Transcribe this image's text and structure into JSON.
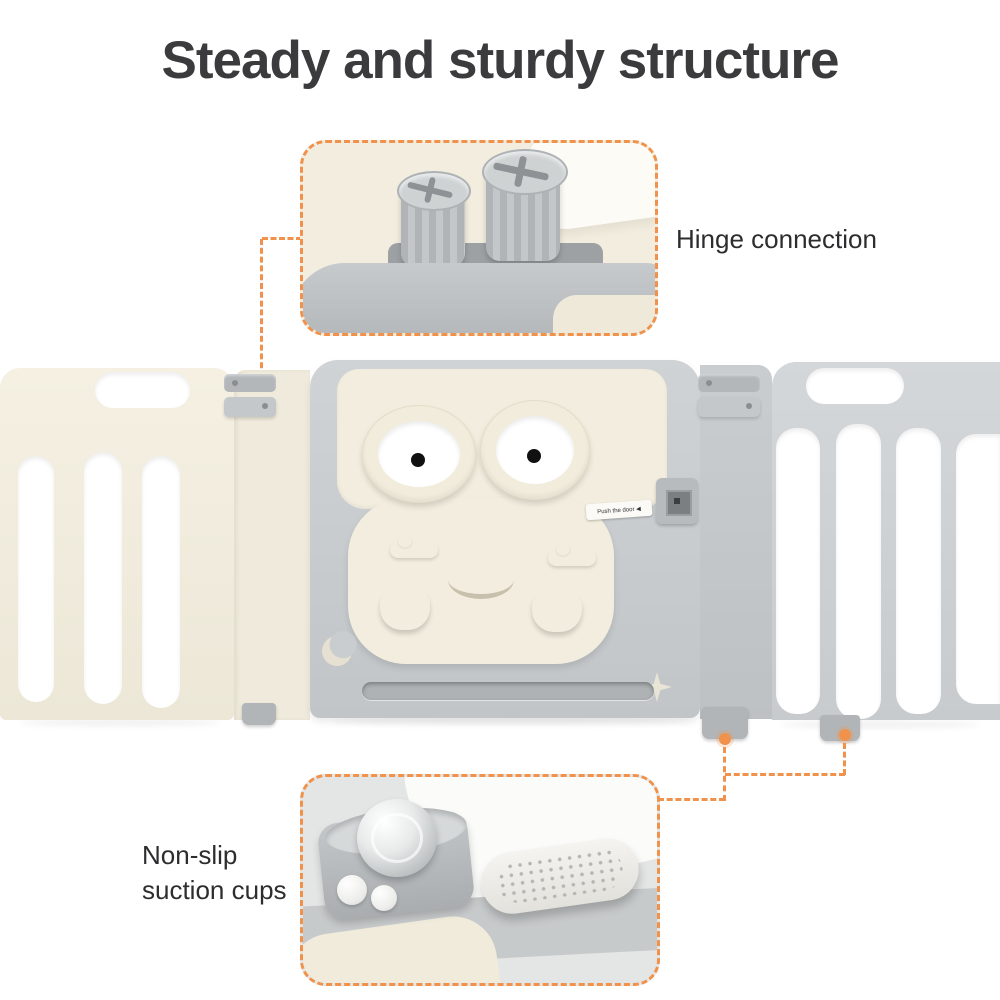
{
  "title": "Steady and sturdy structure",
  "callouts": {
    "hinge": {
      "label": "Hinge connection"
    },
    "suction": {
      "line1": "Non-slip",
      "line2": "suction cups"
    }
  },
  "door": {
    "sticker_text": "Push the door ◀"
  },
  "colors": {
    "accent_orange": "#F0924C",
    "title_text": "#3B3B3D",
    "label_text": "#2D2D2F",
    "cream_panel": "#F2EDDE",
    "door_gray": "#C6CACC",
    "panel_gray": "#D0D4D6",
    "hinge_gray": "#B3B7B9",
    "pupil_black": "#111111",
    "background": "#FFFFFF"
  }
}
